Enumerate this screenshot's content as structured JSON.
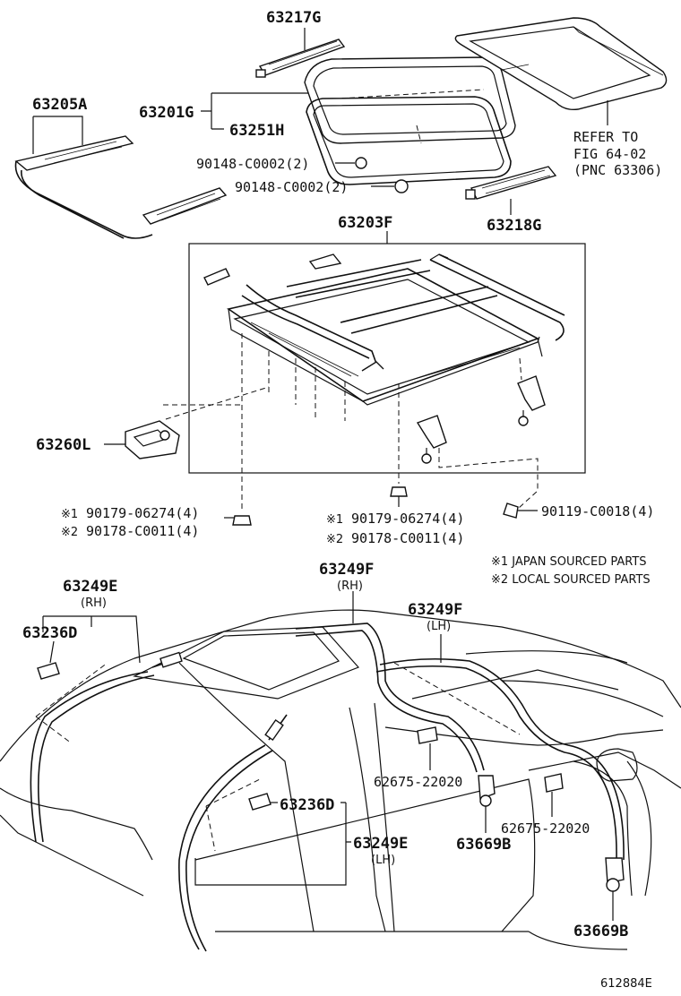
{
  "labels": {
    "p63217G": "63217G",
    "p63205A": "63205A",
    "p63201G": "63201G",
    "p63251H": "63251H",
    "p90148a": "90148-C0002(2)",
    "p90148b": "90148-C0002(2)",
    "ref1": "REFER TO",
    "ref2": "FIG 64-02",
    "ref3": "(PNC 63306)",
    "p63218G": "63218G",
    "p63203F": "63203F",
    "p63260L": "63260L",
    "m1a": "※1",
    "p90179a": "90179-06274(4)",
    "m2a": "※2",
    "p90178a": "90178-C0011(4)",
    "m1b": "※1",
    "p90179b": "90179-06274(4)",
    "m2b": "※2",
    "p90178b": "90178-C0011(4)",
    "p90119": "90119-C0018(4)",
    "note1": "※1 JAPAN SOURCED PARTS",
    "note2": "※2 LOCAL SOURCED PARTS",
    "p63249F_rh": "63249F",
    "rh1": "(RH)",
    "p63249F_lh": "63249F",
    "lh1": "(LH)",
    "p63249E_rh": "63249E",
    "rh2": "(RH)",
    "p63236D_a": "63236D",
    "p62675a": "62675-22020",
    "p63236D_b": "63236D",
    "p63669B_a": "63669B",
    "p62675b": "62675-22020",
    "p63249E_lh": "63249E",
    "lh2": "(LH)",
    "p63669B_b": "63669B",
    "fig_id": "612884E"
  }
}
